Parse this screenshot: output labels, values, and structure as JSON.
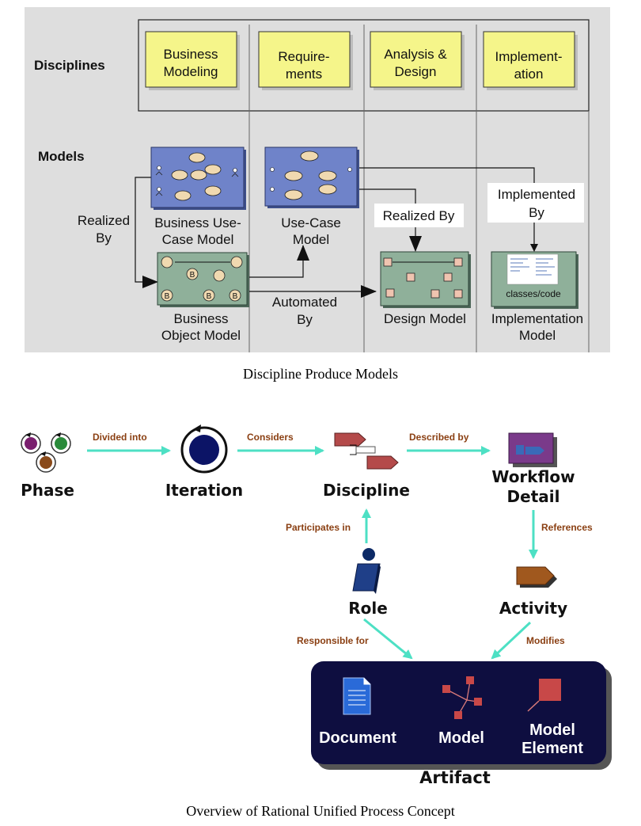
{
  "figure1": {
    "caption": "Discipline Produce Models",
    "row_labels": {
      "disciplines": "Disciplines",
      "models": "Models"
    },
    "disciplines": [
      {
        "line1": "Business",
        "line2": "Modeling"
      },
      {
        "line1": "Require-",
        "line2": "ments"
      },
      {
        "line1": "Analysis &",
        "line2": "Design"
      },
      {
        "line1": "Implement-",
        "line2": "ation"
      }
    ],
    "models": {
      "business_use_case": {
        "line1": "Business Use-",
        "line2": "Case Model"
      },
      "use_case": {
        "line1": "Use-Case",
        "line2": "Model"
      },
      "business_object": {
        "line1": "Business",
        "line2": "Object Model"
      },
      "design": {
        "line1": "Design Model"
      },
      "implementation": {
        "line1": "Implementation",
        "line2": "Model",
        "inner": "classes/code"
      }
    },
    "relations": {
      "realized_by_left": {
        "line1": "Realized",
        "line2": "By"
      },
      "realized_by_right": "Realized By",
      "automated_by": {
        "line1": "Automated",
        "line2": "By"
      },
      "implemented_by": {
        "line1": "Implemented",
        "line2": "By"
      }
    },
    "glyph_letter": "B",
    "colors": {
      "background": "#dedede",
      "discipline_fill": "#f5f58a",
      "blue_model": "#6f83c9",
      "green_model": "#8fb09a"
    }
  },
  "figure2": {
    "caption": "Overview of Rational Unified Process Concept",
    "nodes": {
      "phase": "Phase",
      "iteration": "Iteration",
      "discipline": "Discipline",
      "workflow_detail": {
        "line1": "Workflow",
        "line2": "Detail"
      },
      "role": "Role",
      "activity": "Activity",
      "artifact": "Artifact"
    },
    "edges": {
      "divided_into": "Divided into",
      "considers": "Considers",
      "described_by": "Described by",
      "participates_in": "Participates in",
      "references": "References",
      "responsible_for": "Responsible for",
      "modifies": "Modifies"
    },
    "artifact_items": {
      "document": "Document",
      "model": "Model",
      "model_element": {
        "line1": "Model",
        "line2": "Element"
      }
    },
    "colors": {
      "arrow": "#4de0c4",
      "edge_label": "#8a3f12",
      "artifact_box": "#0e0e40",
      "discipline_icon": "#b44a4a"
    }
  }
}
